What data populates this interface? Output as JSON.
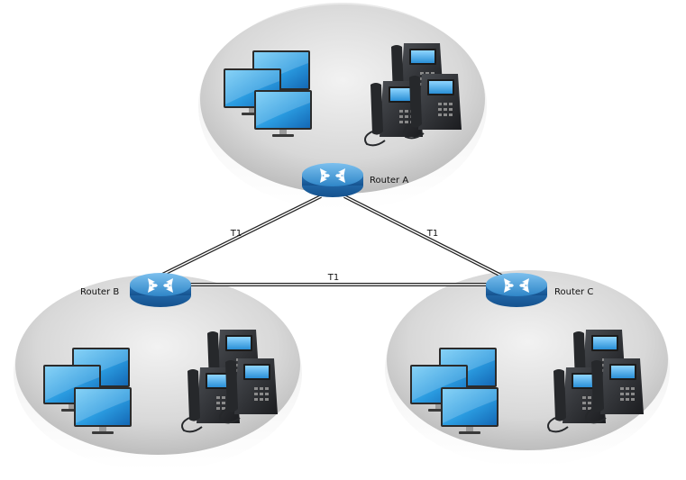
{
  "routers": {
    "a": {
      "label": "Router A"
    },
    "b": {
      "label": "Router B"
    },
    "c": {
      "label": "Router C"
    }
  },
  "links": {
    "a_b": {
      "label": "T1"
    },
    "a_c": {
      "label": "T1"
    },
    "b_c": {
      "label": "T1"
    }
  },
  "icons": {
    "router": "router-icon",
    "monitor": "monitor-icon",
    "phone": "ip-phone-icon"
  },
  "colors": {
    "screen": "#2a9be0",
    "router": "#2f86c8",
    "phone_body": "#2a2c30",
    "background": "#ffffff"
  }
}
